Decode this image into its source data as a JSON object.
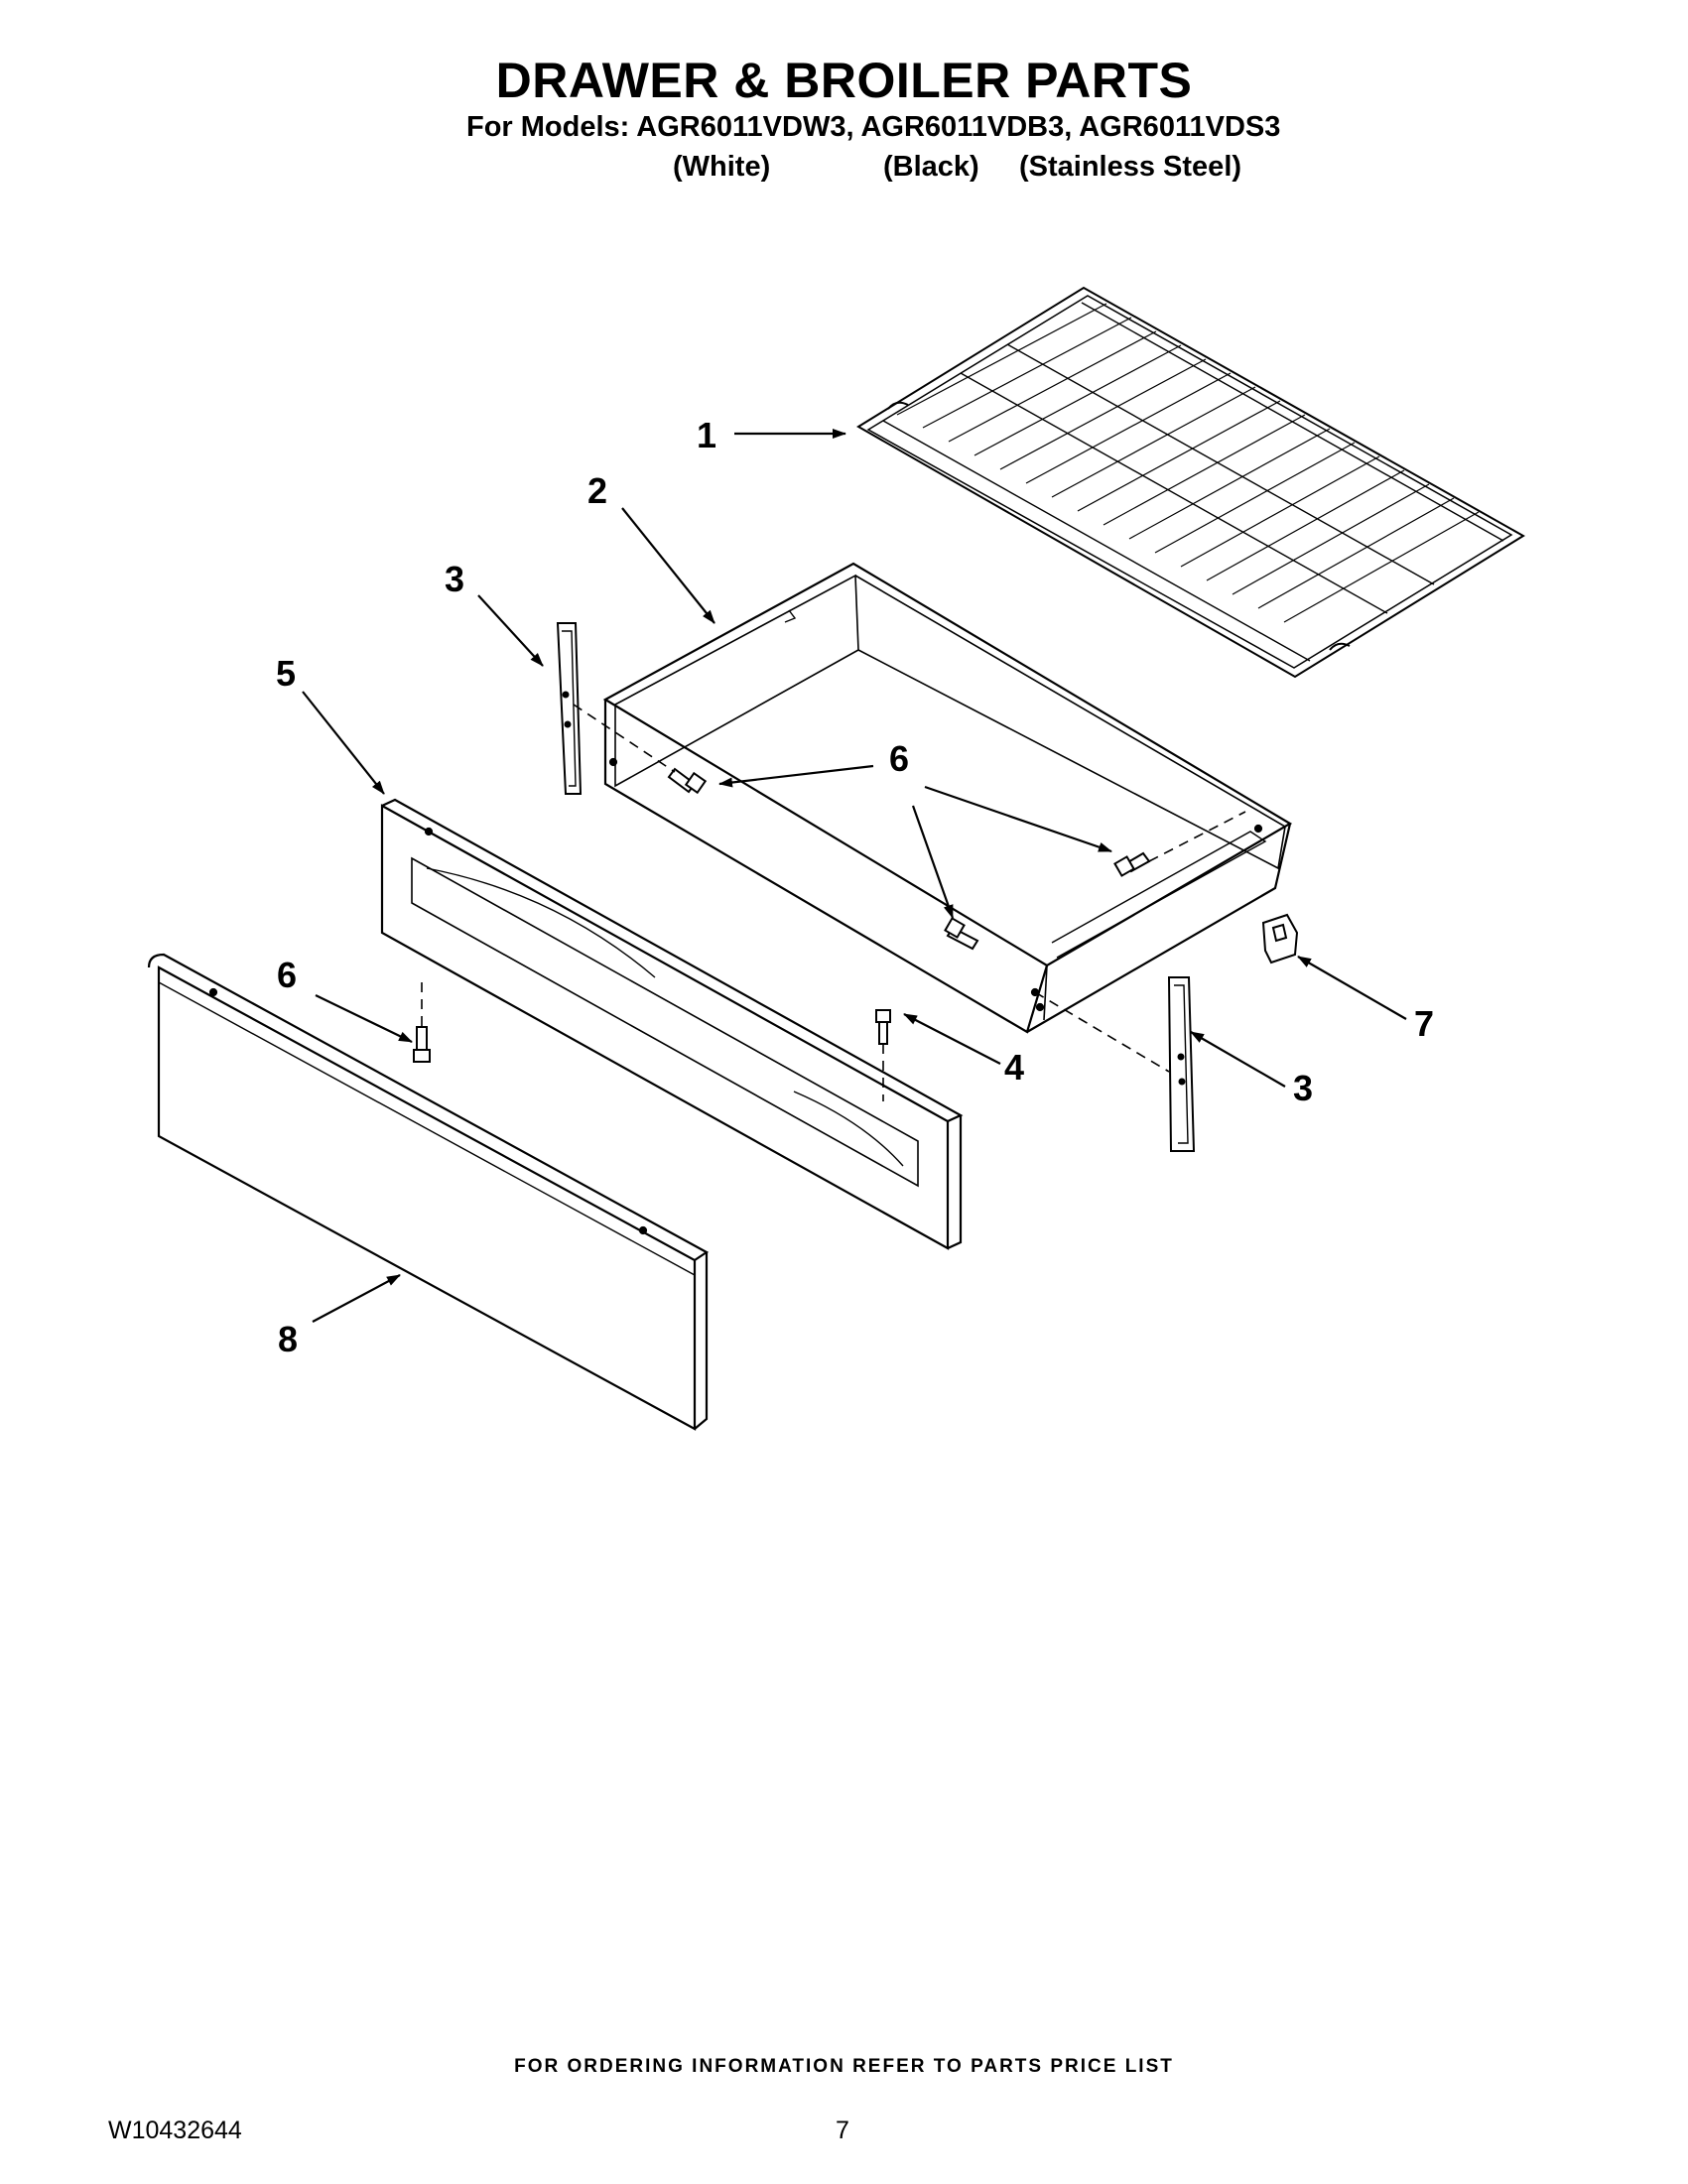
{
  "header": {
    "title": "DRAWER & BROILER PARTS",
    "models_line": "For Models: AGR6011VDW3, AGR6011VDB3, AGR6011VDS3",
    "colors": [
      "(White)",
      "(Black)",
      "(Stainless Steel)"
    ]
  },
  "callouts": [
    "1",
    "2",
    "3",
    "3",
    "4",
    "5",
    "6",
    "6",
    "7",
    "8"
  ],
  "footer": {
    "note": "FOR ORDERING INFORMATION REFER TO PARTS PRICE LIST",
    "doc_number": "W10432644",
    "page_number": "7"
  }
}
